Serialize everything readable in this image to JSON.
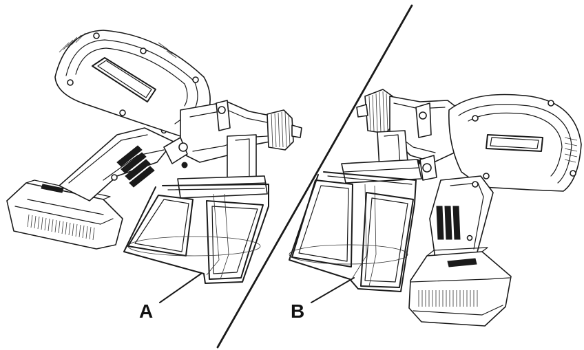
{
  "figure": {
    "labels": {
      "a": "A",
      "b": "B"
    },
    "parts": {
      "left_sprayer": "spray-gun-orientation-a",
      "right_sprayer": "spray-gun-orientation-b",
      "divider": "diagonal-divider"
    },
    "colors": {
      "ink": "#1a1a1a",
      "background": "#ffffff"
    }
  }
}
